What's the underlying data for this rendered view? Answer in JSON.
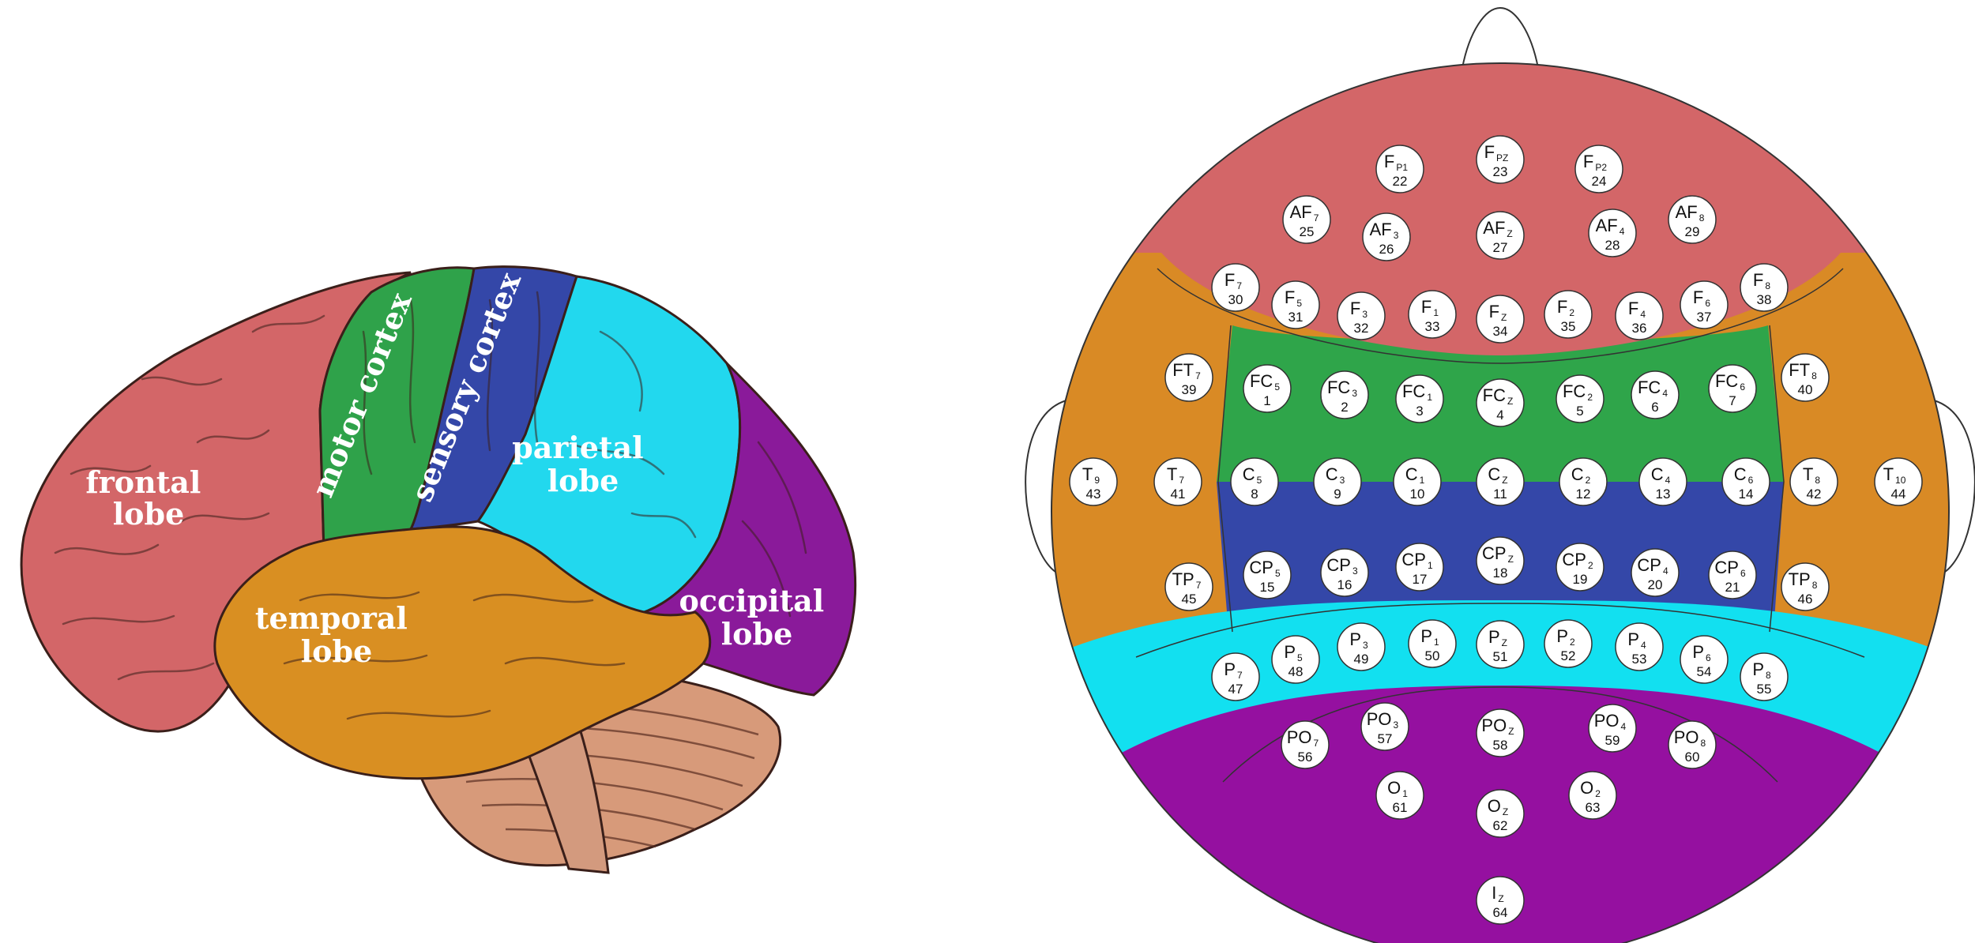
{
  "brain": {
    "labels": {
      "frontal": [
        "frontal",
        "lobe"
      ],
      "motor": "motor cortex",
      "sensory": "sensory cortex",
      "parietal": [
        "parietal",
        "lobe"
      ],
      "temporal": [
        "temporal",
        "lobe"
      ],
      "occipital": [
        "occipital",
        "lobe"
      ]
    },
    "colors": {
      "frontal": "#d36668",
      "motor": "#2fa24a",
      "sensory": "#3447a8",
      "parietal": "#22d8ee",
      "temporal": "#d98f22",
      "occipital": "#8a1a9a",
      "cerebellum": "#d79a7a"
    }
  },
  "eeg_map": {
    "region_colors": {
      "frontal": "#d36668",
      "temporal": "#d98a25",
      "motor": "#2fa54a",
      "sensory": "#3447a8",
      "parietal": "#12e0f0",
      "occipital": "#9510a0"
    },
    "electrodes": [
      {
        "base": "F",
        "sub": "P1",
        "num": "22"
      },
      {
        "base": "F",
        "sub": "PZ",
        "num": "23"
      },
      {
        "base": "F",
        "sub": "P2",
        "num": "24"
      },
      {
        "base": "AF",
        "sub": "7",
        "num": "25"
      },
      {
        "base": "AF",
        "sub": "3",
        "num": "26"
      },
      {
        "base": "AF",
        "sub": "Z",
        "num": "27"
      },
      {
        "base": "AF",
        "sub": "4",
        "num": "28"
      },
      {
        "base": "AF",
        "sub": "8",
        "num": "29"
      },
      {
        "base": "F",
        "sub": "7",
        "num": "30"
      },
      {
        "base": "F",
        "sub": "5",
        "num": "31"
      },
      {
        "base": "F",
        "sub": "3",
        "num": "32"
      },
      {
        "base": "F",
        "sub": "1",
        "num": "33"
      },
      {
        "base": "F",
        "sub": "Z",
        "num": "34"
      },
      {
        "base": "F",
        "sub": "2",
        "num": "35"
      },
      {
        "base": "F",
        "sub": "4",
        "num": "36"
      },
      {
        "base": "F",
        "sub": "6",
        "num": "37"
      },
      {
        "base": "F",
        "sub": "8",
        "num": "38"
      },
      {
        "base": "FT",
        "sub": "7",
        "num": "39"
      },
      {
        "base": "FC",
        "sub": "5",
        "num": "1"
      },
      {
        "base": "FC",
        "sub": "3",
        "num": "2"
      },
      {
        "base": "FC",
        "sub": "1",
        "num": "3"
      },
      {
        "base": "FC",
        "sub": "Z",
        "num": "4"
      },
      {
        "base": "FC",
        "sub": "2",
        "num": "5"
      },
      {
        "base": "FC",
        "sub": "4",
        "num": "6"
      },
      {
        "base": "FC",
        "sub": "6",
        "num": "7"
      },
      {
        "base": "FT",
        "sub": "8",
        "num": "40"
      },
      {
        "base": "T",
        "sub": "9",
        "num": "43"
      },
      {
        "base": "T",
        "sub": "7",
        "num": "41"
      },
      {
        "base": "C",
        "sub": "5",
        "num": "8"
      },
      {
        "base": "C",
        "sub": "3",
        "num": "9"
      },
      {
        "base": "C",
        "sub": "1",
        "num": "10"
      },
      {
        "base": "C",
        "sub": "Z",
        "num": "11"
      },
      {
        "base": "C",
        "sub": "2",
        "num": "12"
      },
      {
        "base": "C",
        "sub": "4",
        "num": "13"
      },
      {
        "base": "C",
        "sub": "6",
        "num": "14"
      },
      {
        "base": "T",
        "sub": "8",
        "num": "42"
      },
      {
        "base": "T",
        "sub": "10",
        "num": "44"
      },
      {
        "base": "TP",
        "sub": "7",
        "num": "45"
      },
      {
        "base": "CP",
        "sub": "5",
        "num": "15"
      },
      {
        "base": "CP",
        "sub": "3",
        "num": "16"
      },
      {
        "base": "CP",
        "sub": "1",
        "num": "17"
      },
      {
        "base": "CP",
        "sub": "Z",
        "num": "18"
      },
      {
        "base": "CP",
        "sub": "2",
        "num": "19"
      },
      {
        "base": "CP",
        "sub": "4",
        "num": "20"
      },
      {
        "base": "CP",
        "sub": "6",
        "num": "21"
      },
      {
        "base": "TP",
        "sub": "8",
        "num": "46"
      },
      {
        "base": "P",
        "sub": "7",
        "num": "47"
      },
      {
        "base": "P",
        "sub": "5",
        "num": "48"
      },
      {
        "base": "P",
        "sub": "3",
        "num": "49"
      },
      {
        "base": "P",
        "sub": "1",
        "num": "50"
      },
      {
        "base": "P",
        "sub": "Z",
        "num": "51"
      },
      {
        "base": "P",
        "sub": "2",
        "num": "52"
      },
      {
        "base": "P",
        "sub": "4",
        "num": "53"
      },
      {
        "base": "P",
        "sub": "6",
        "num": "54"
      },
      {
        "base": "P",
        "sub": "8",
        "num": "55"
      },
      {
        "base": "PO",
        "sub": "7",
        "num": "56"
      },
      {
        "base": "PO",
        "sub": "3",
        "num": "57"
      },
      {
        "base": "PO",
        "sub": "Z",
        "num": "58"
      },
      {
        "base": "PO",
        "sub": "4",
        "num": "59"
      },
      {
        "base": "PO",
        "sub": "8",
        "num": "60"
      },
      {
        "base": "O",
        "sub": "1",
        "num": "61"
      },
      {
        "base": "O",
        "sub": "Z",
        "num": "62"
      },
      {
        "base": "O",
        "sub": "2",
        "num": "63"
      },
      {
        "base": "I",
        "sub": "Z",
        "num": "64"
      }
    ]
  }
}
